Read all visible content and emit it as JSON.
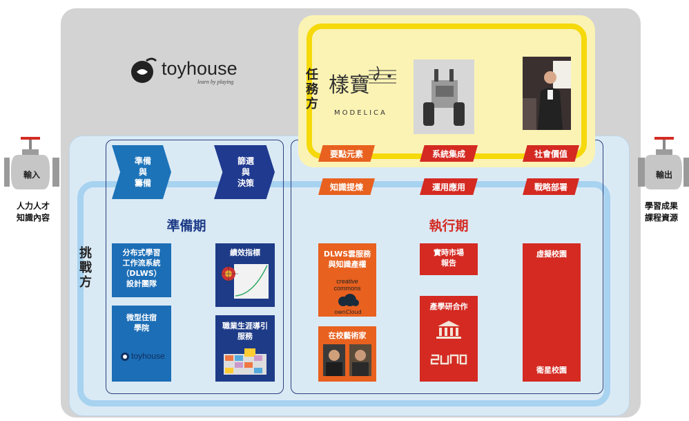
{
  "logo": {
    "brand": "toyhouse",
    "tagline": "learn by playing"
  },
  "task_side": {
    "label": "任務方",
    "modelica_text": "MODELICA",
    "modelica_calligraphy": "樣寶",
    "tags": [
      "要點元素",
      "系統集成",
      "社會價值"
    ]
  },
  "challenge_side": {
    "label": "挑戰方"
  },
  "inlet": {
    "valve_label": "輸入",
    "text_line1": "人力人才",
    "text_line2": "知識內容"
  },
  "outlet": {
    "valve_label": "輸出",
    "text_line1": "學習成果",
    "text_line2": "課程資源"
  },
  "prep_phase": {
    "title": "準備期",
    "arrow1": "準備與籌備",
    "arrow1_lines": [
      "準備",
      "與",
      "籌備"
    ],
    "arrow2_lines": [
      "篩選",
      "與",
      "決策"
    ],
    "box_dlws_lines": [
      "分布式學習",
      "工作流系統",
      "（DLWS）",
      "設計團隊"
    ],
    "box_perf": "績效指標",
    "box_micro_lines": [
      "微型住宿",
      "學院"
    ],
    "box_career_lines": [
      "職業生涯導引",
      "服務"
    ]
  },
  "exec_phase": {
    "title": "執行期",
    "tags": [
      "知識提煉",
      "運用應用",
      "戰略部署"
    ],
    "box_dlws_cloud_lines": [
      "DLWS雲服務",
      "與知識產權"
    ],
    "creative_commons": "creative commons",
    "owncloud": "ownCloud",
    "box_artist": "在校藝術家",
    "box_market_lines": [
      "實時市場",
      "報告"
    ],
    "box_industry": "產學研合作",
    "box_virtual": "虛擬校園",
    "box_satellite": "衛星校園"
  },
  "colors": {
    "blue": "#1c6eb6",
    "navy": "#1d3b87",
    "orange": "#e8611f",
    "red": "#d42a22",
    "yellow": "#f5d90a"
  }
}
